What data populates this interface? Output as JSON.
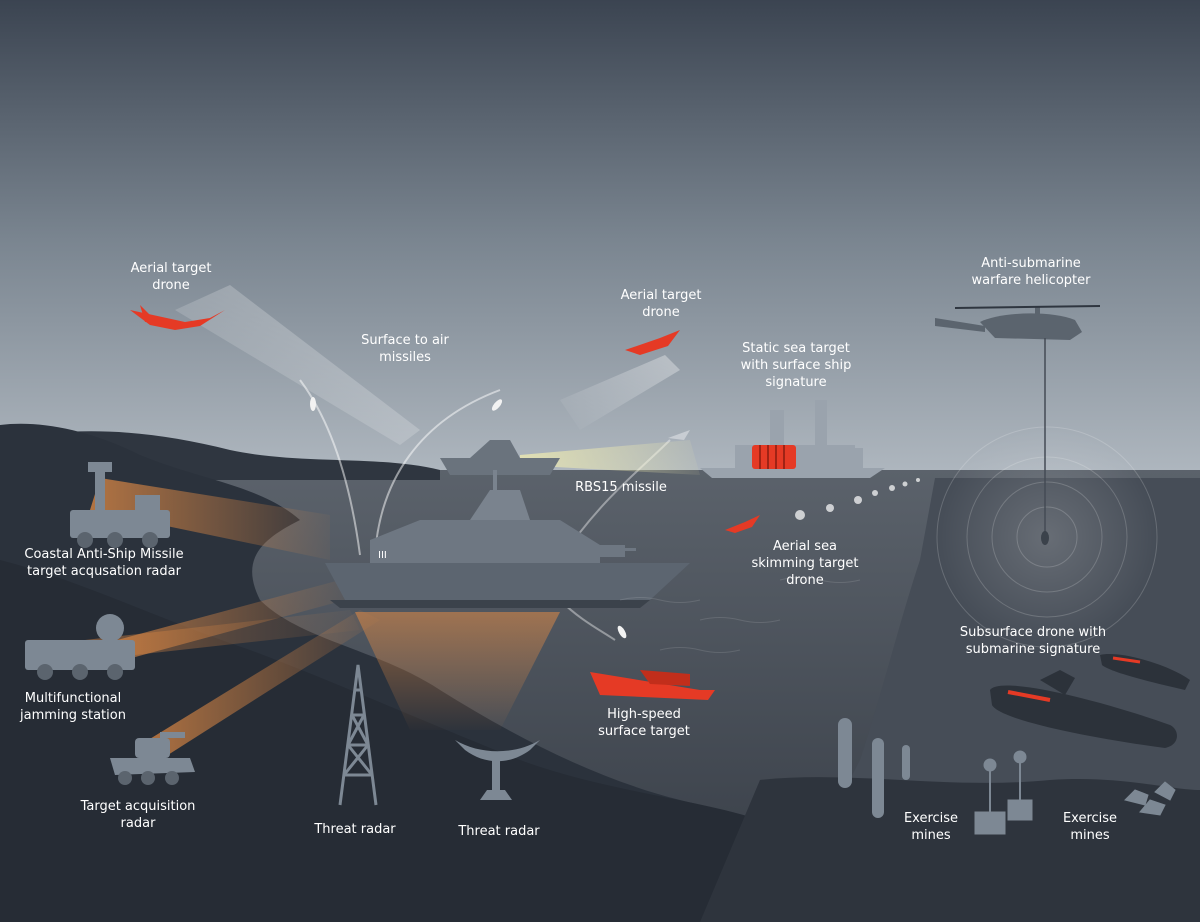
{
  "labels": {
    "aerial_drone_left": [
      "Aerial target",
      "drone"
    ],
    "surface_to_air": [
      "Surface to air",
      "missiles"
    ],
    "aerial_drone_center": [
      "Aerial target",
      "drone"
    ],
    "static_sea_target": [
      "Static sea target",
      "with surface ship",
      "signature"
    ],
    "asw_helicopter": [
      "Anti-submarine",
      "warfare helicopter"
    ],
    "rbs15": [
      "RBS15 missile"
    ],
    "coastal_radar": [
      "Coastal Anti-Ship Missile",
      "target acqusation radar"
    ],
    "sea_skimming": [
      "Aerial sea",
      "skimming target",
      "drone"
    ],
    "subsurface_drone": [
      "Subsurface drone with",
      "submarine signature"
    ],
    "jamming_station": [
      "Multifunctional",
      "jamming station"
    ],
    "high_speed": [
      "High-speed",
      "surface target"
    ],
    "target_acq_radar": [
      "Target acquisition",
      "radar"
    ],
    "threat_radar_1": [
      "Threat radar"
    ],
    "threat_radar_2": [
      "Threat radar"
    ],
    "exercise_mines_1": [
      "Exercise",
      "mines"
    ],
    "exercise_mines_2": [
      "Exercise",
      "mines"
    ]
  },
  "icons": {
    "drone": "red-aerial-drone",
    "helicopter": "helicopter-silhouette",
    "ship": "corvette-silhouette",
    "submarine": "submarine-silhouette",
    "mine": "exercise-mine",
    "radar_tower": "lattice-radar-tower",
    "radar_dish": "radar-dish",
    "truck": "military-truck",
    "tank": "armored-vehicle"
  },
  "colors": {
    "sky_top": "#3a4350",
    "sky_horizon": "#a9b3bd",
    "land_dark": "#2a313b",
    "water": "#4b525c",
    "target_red": "#e53a25",
    "beam_orange": "#d97a3a",
    "silhouette": "#7d8894",
    "label_text": "#ffffff"
  }
}
